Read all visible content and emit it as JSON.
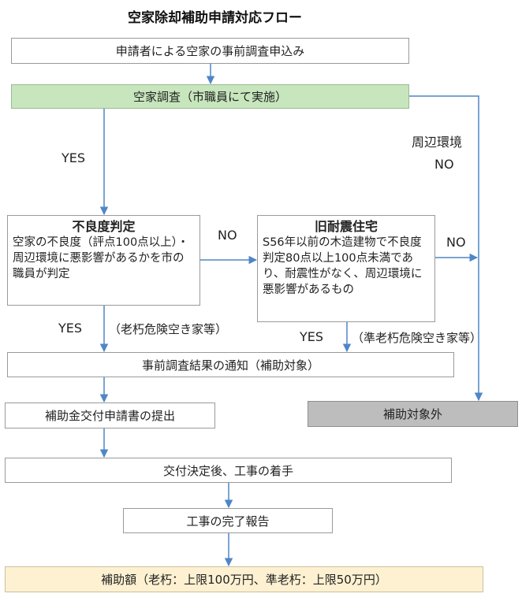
{
  "title": "空家除却補助申請対応フロー",
  "boxes": {
    "apply": "申請者による空家の事前調査申込み",
    "survey": "空家調査（市職員にて実施）",
    "defect_head": "不良度判定",
    "defect_body": "空家の不良度（評点100点以上）・周辺環境に悪影響があるかを市の職員が判定",
    "old_head": "旧耐震住宅",
    "old_body": "S56年以前の木造建物で不良度判定80点以上100点未満であり、耐震性がなく、周辺環境に悪影響があるもの",
    "notice": "事前調査結果の通知（補助対象）",
    "submit": "補助金交付申請書の提出",
    "excluded": "補助対象外",
    "start": "交付決定後、工事の着手",
    "report": "工事の完了報告",
    "amount": "補助額（老朽：上限100万円、準老朽：上限50万円）"
  },
  "labels": {
    "yes": "YES",
    "no": "NO",
    "env": "周辺環境",
    "ruined": "（老朽危険空き家等）",
    "semi_ruined": "（準老朽危険空き家等）"
  },
  "colors": {
    "arrow": "#4f86c6",
    "green": "#c7e6bd",
    "gray": "#bdbdbd",
    "cream": "#fdf1d2"
  }
}
